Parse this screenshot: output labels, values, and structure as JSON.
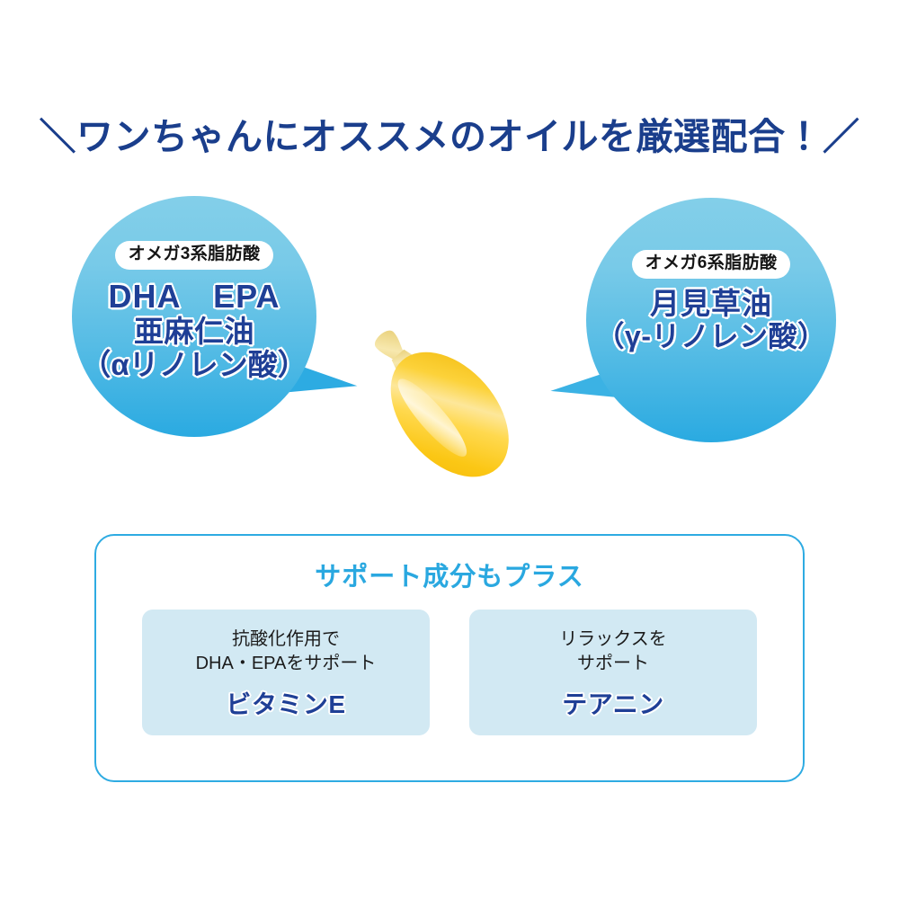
{
  "headline": {
    "open_slash": "＼",
    "text": "ワンちゃんにオススメのオイルを厳選配合！",
    "close_slash": "／",
    "color": "#1a3e8c"
  },
  "bubbles": [
    {
      "id": "omega3",
      "pill_label": "オメガ3系脂肪酸",
      "lines": [
        "DHA　EPA",
        "亜麻仁油",
        "（αリノレン酸）"
      ],
      "bubble_color_top": "#83cfe9",
      "bubble_color_bottom": "#2aaae1",
      "text_color": "#1f3f96",
      "tail_direction": "right"
    },
    {
      "id": "omega6",
      "pill_label": "オメガ6系脂肪酸",
      "lines": [
        "月見草油",
        "（γ-リノレン酸）"
      ],
      "bubble_color_top": "#83cfe9",
      "bubble_color_bottom": "#2aaae1",
      "text_color": "#1f3f96",
      "tail_direction": "left"
    }
  ],
  "capsule": {
    "label": "yellow-softgel-capsule",
    "body_color": "#f9c412",
    "highlight_color": "#fde08a",
    "tab_color": "#f5e09a"
  },
  "panel": {
    "title": "サポート成分もプラス",
    "title_color": "#2aa8e0",
    "border_color": "#2eabe2",
    "cards": [
      {
        "desc_line_1": "抗酸化作用で",
        "desc_line_2": "DHA・EPAをサポート",
        "name": "ビタミンE",
        "bg_color": "#d2e9f3",
        "name_color": "#1f3f96"
      },
      {
        "desc_line_1": "リラックスを",
        "desc_line_2": "サポート",
        "name": "テアニン",
        "bg_color": "#d2e9f3",
        "name_color": "#1f3f96"
      }
    ]
  }
}
